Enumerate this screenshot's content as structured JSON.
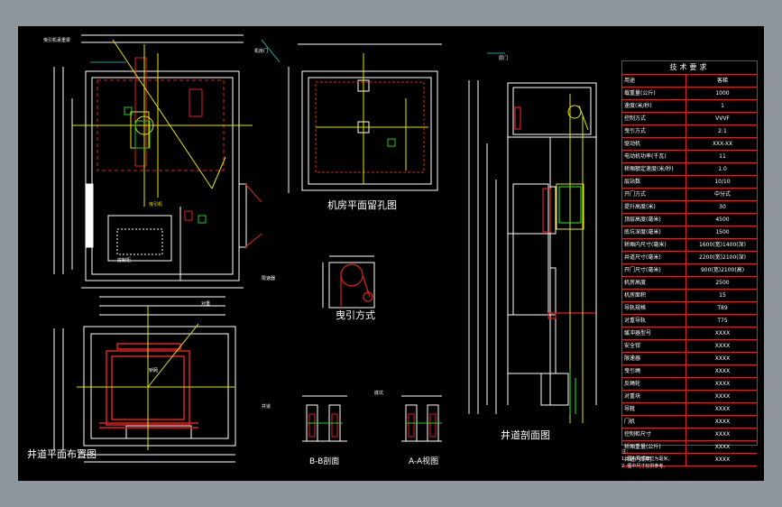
{
  "views": {
    "machine_room": "机房平面留孔图",
    "traction": "曳引方式",
    "hoistway_plan": "井道平面布置图",
    "section_bb": "B-B剖面",
    "view_aa": "A-A视图",
    "hoistway_section": "井道剖面图"
  },
  "spec_table": {
    "title": "技术要求",
    "rows": [
      {
        "k": "用途",
        "v": "客梯"
      },
      {
        "k": "载重量(公斤)",
        "v": "1000"
      },
      {
        "k": "速度(米/秒)",
        "v": "1"
      },
      {
        "k": "控制方式",
        "v": "VVVF"
      },
      {
        "k": "曳引方式",
        "v": "2:1"
      },
      {
        "k": "驱动机",
        "v": "XXX-XX"
      },
      {
        "k": "电动机功率(千瓦)",
        "v": "11"
      },
      {
        "k": "轿厢额定速度(米/秒)",
        "v": "1.0"
      },
      {
        "k": "层站数",
        "v": "10/10"
      },
      {
        "k": "开门方式",
        "v": "中分式"
      },
      {
        "k": "提升高度(米)",
        "v": "30"
      },
      {
        "k": "顶层高度(毫米)",
        "v": "4500"
      },
      {
        "k": "底坑深度(毫米)",
        "v": "1500"
      },
      {
        "k": "轿厢内尺寸(毫米)",
        "v": "1600(宽)1400(深)"
      },
      {
        "k": "井道尺寸(毫米)",
        "v": "2200(宽)2100(深)"
      },
      {
        "k": "开门尺寸(毫米)",
        "v": "900(宽)2100(高)"
      },
      {
        "k": "机房高度",
        "v": "2500"
      },
      {
        "k": "机房面积",
        "v": "15"
      },
      {
        "k": "导轨规格",
        "v": "T89"
      },
      {
        "k": "对重导轨",
        "v": "T75"
      },
      {
        "k": "缓冲器型号",
        "v": "XXXX"
      },
      {
        "k": "安全钳",
        "v": "XXXX"
      },
      {
        "k": "限速器",
        "v": "XXXX"
      },
      {
        "k": "曳引绳",
        "v": "XXXX"
      },
      {
        "k": "反绳轮",
        "v": "XXXX"
      },
      {
        "k": "对重块",
        "v": "XXXX"
      },
      {
        "k": "导靴",
        "v": "XXXX"
      },
      {
        "k": "门机",
        "v": "XXXX"
      },
      {
        "k": "控制柜尺寸",
        "v": "XXXX"
      },
      {
        "k": "轿厢重量(公斤)",
        "v": "XXXX"
      },
      {
        "k": "井道内照明",
        "v": "XXXX"
      }
    ]
  },
  "notes": [
    "注：",
    "1. 图中尺寸单位为毫米。",
    "2. 图中尺寸仅供参考。"
  ],
  "annotations": {
    "a1": "曳引机承重梁",
    "a2": "机房门",
    "a3": "控制柜",
    "a4": "曳引机",
    "a5": "限速器",
    "a6": "对重",
    "a7": "层门",
    "a8": "轿厢",
    "a9": "井道",
    "a10": "底坑"
  },
  "colors": {
    "frame": "#000000",
    "wall": "#ffffff",
    "red": "#e02020",
    "yellow": "#e6e600",
    "green": "#22cc22",
    "cyan": "#20d0d0"
  }
}
